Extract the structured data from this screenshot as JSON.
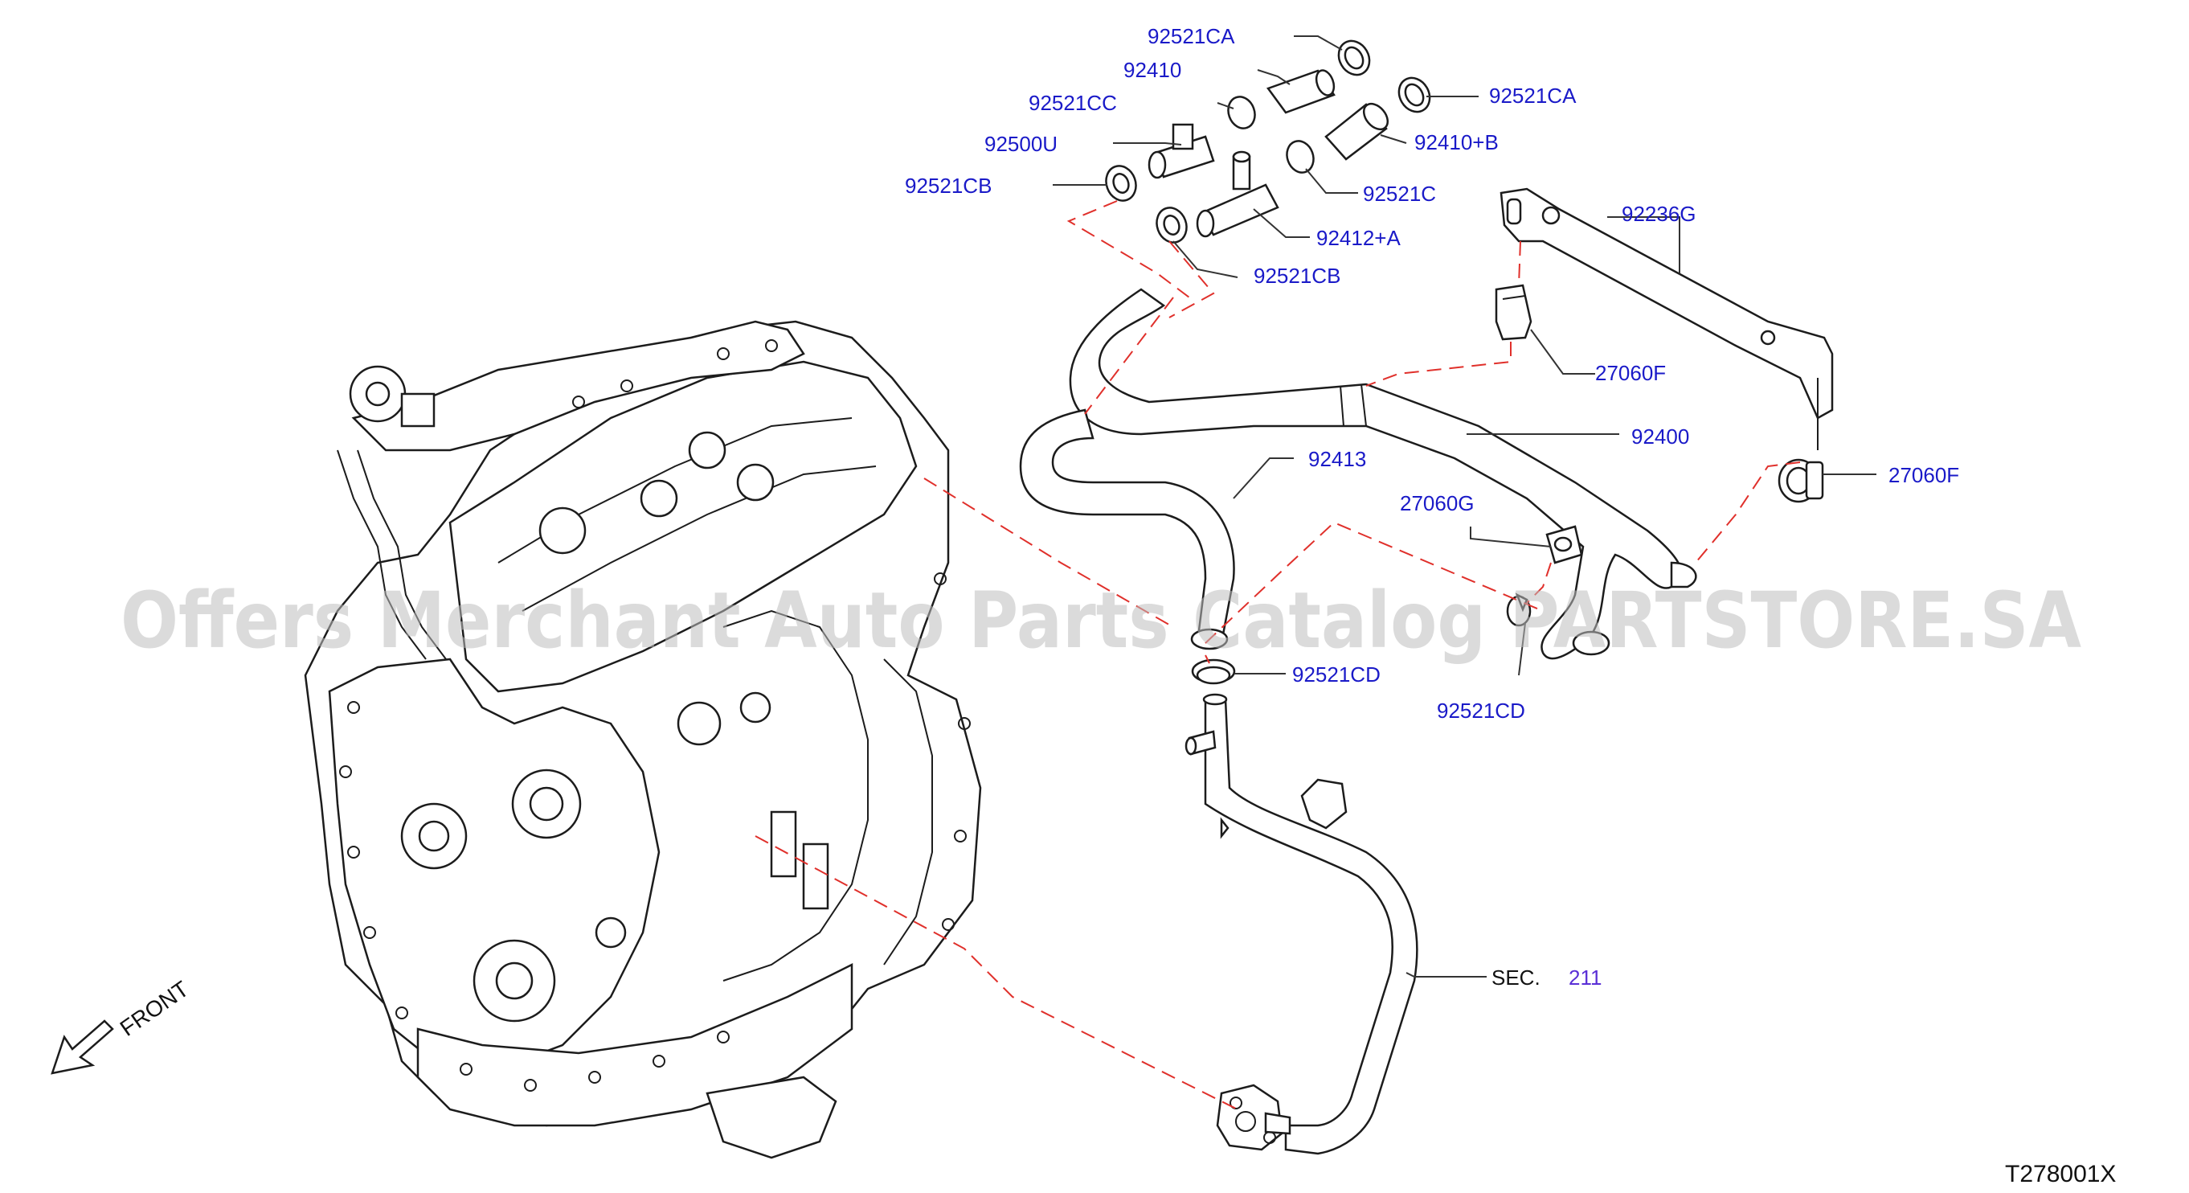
{
  "labels": {
    "l92521CA_a": "92521CA",
    "l92410": "92410",
    "l92521CC": "92521CC",
    "l92500U": "92500U",
    "l92521CB_a": "92521CB",
    "l92521CA_b": "92521CA",
    "l92410B": "92410+B",
    "l92521C": "92521C",
    "l92412A": "92412+A",
    "l92521CB_b": "92521CB",
    "l92236G": "92236G",
    "l27060F_a": "27060F",
    "l92400": "92400",
    "l92413": "92413",
    "l27060F_b": "27060F",
    "l27060G": "27060G",
    "l92521CD_a": "92521CD",
    "l92521CD_b": "92521CD",
    "sec": "SEC.",
    "sec_num": "211"
  },
  "watermark": "Offers Merchant Auto Parts Catalog PARTSTORE.SA",
  "front_label": "FRONT",
  "diagram_code": "T278001X",
  "colors": {
    "label": "#1a1ac8",
    "callout_dash": "#e0302b",
    "watermark": "#bdbdbd",
    "section_link": "#5a2fd6"
  }
}
